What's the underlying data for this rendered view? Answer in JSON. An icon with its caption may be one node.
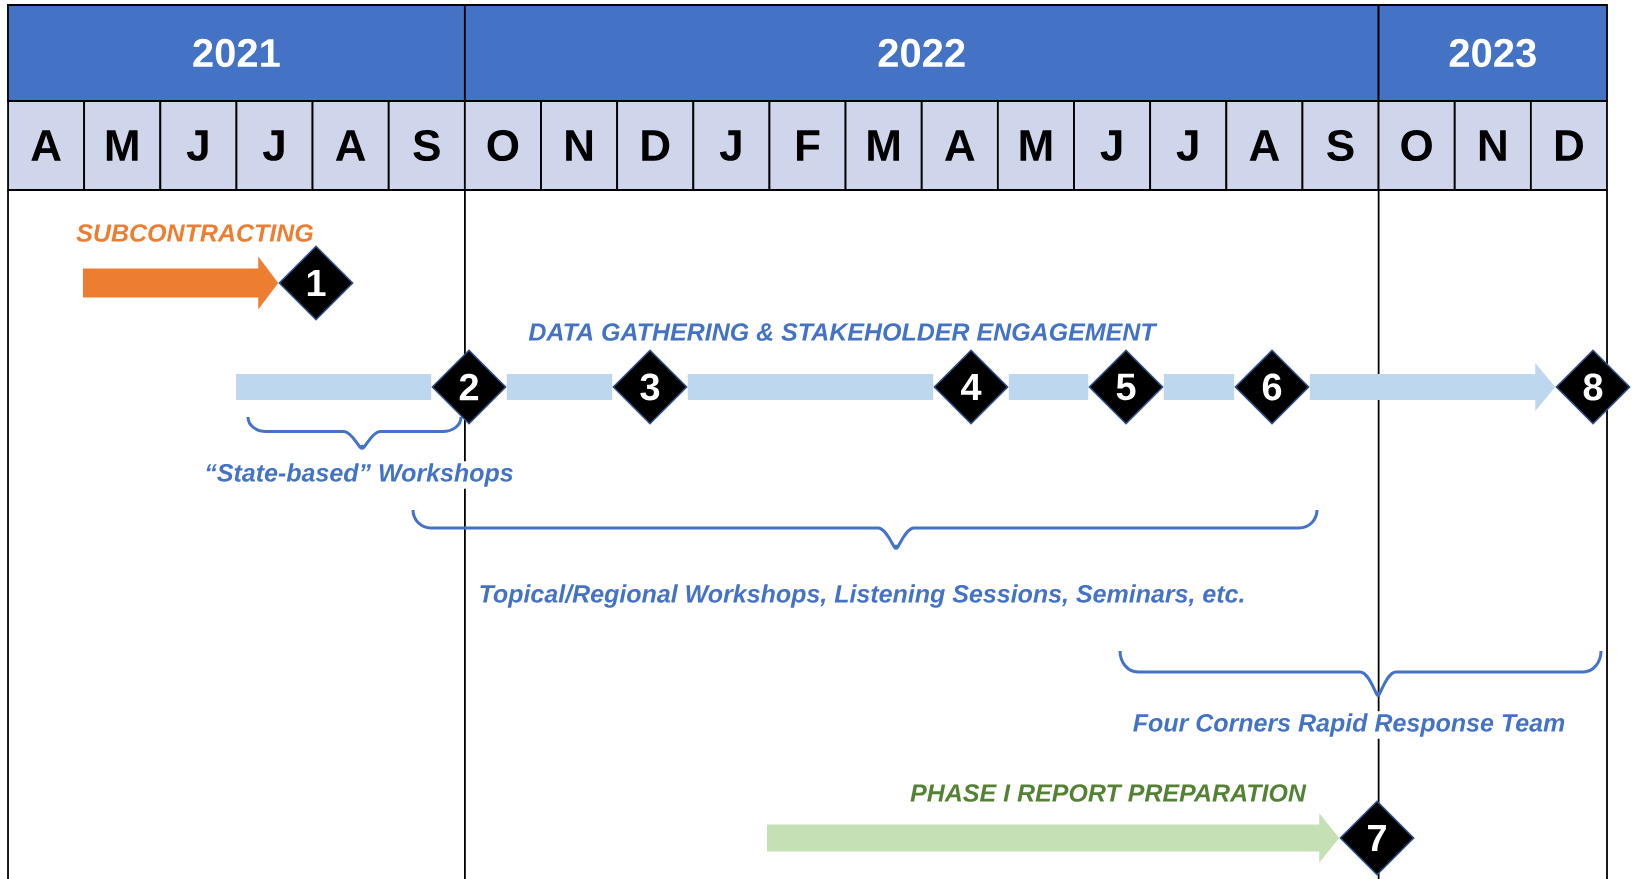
{
  "diagram": {
    "nodes": [
      {
        "text": [
          "2021"
        ]
      },
      {
        "text": [
          "2022"
        ]
      },
      {
        "text": [
          "2023"
        ]
      },
      {
        "text": [
          "A"
        ]
      },
      {
        "text": [
          "M"
        ]
      },
      {
        "text": [
          "J"
        ]
      },
      {
        "text": [
          "J"
        ]
      },
      {
        "text": [
          "A"
        ]
      },
      {
        "text": [
          "S"
        ]
      },
      {
        "text": [
          "O"
        ]
      },
      {
        "text": [
          "N"
        ]
      },
      {
        "text": [
          "D"
        ]
      },
      {
        "text": [
          "J"
        ]
      },
      {
        "text": [
          "F"
        ]
      },
      {
        "text": [
          "M"
        ]
      },
      {
        "text": [
          "A"
        ]
      },
      {
        "text": [
          "M"
        ]
      },
      {
        "text": [
          "J"
        ]
      },
      {
        "text": [
          "J"
        ]
      },
      {
        "text": [
          "A"
        ]
      },
      {
        "text": [
          "S"
        ]
      },
      {
        "text": [
          "O"
        ]
      },
      {
        "text": [
          "N"
        ]
      },
      {
        "text": [
          "D"
        ]
      },
      {
        "text": [
          "1"
        ]
      },
      {
        "text": [
          "2"
        ]
      },
      {
        "text": [
          "3"
        ]
      },
      {
        "text": [
          "4"
        ]
      },
      {
        "text": [
          "5"
        ]
      },
      {
        "text": [
          "6"
        ]
      },
      {
        "text": [
          "8"
        ]
      },
      {
        "text": [
          "7"
        ]
      }
    ],
    "edges": [
      {
        "from": null,
        "to": 24,
        "arrow": "to",
        "color": "#ed7d31"
      },
      {
        "from": null,
        "to": 25,
        "arrow": "none"
      },
      {
        "from": 25,
        "to": 26,
        "arrow": "none"
      },
      {
        "from": 26,
        "to": 27,
        "arrow": "none"
      },
      {
        "from": 27,
        "to": 28,
        "arrow": "none"
      },
      {
        "from": 28,
        "to": 29,
        "arrow": "none"
      },
      {
        "from": 29,
        "to": 30,
        "arrow": "to"
      },
      {
        "from": null,
        "to": 31,
        "arrow": "to",
        "color": "#c5e0b4"
      }
    ],
    "labels": [
      "SUBCONTRACTING",
      "DATA GATHERING & STAKEHOLDER ENGAGEMENT",
      "“State-based” Workshops",
      "Topical/Regional  Workshops, Listening Sessions, Seminars, etc.",
      "Four Corners Rapid Response Team",
      "PHASE I REPORT PREPARATION"
    ]
  }
}
